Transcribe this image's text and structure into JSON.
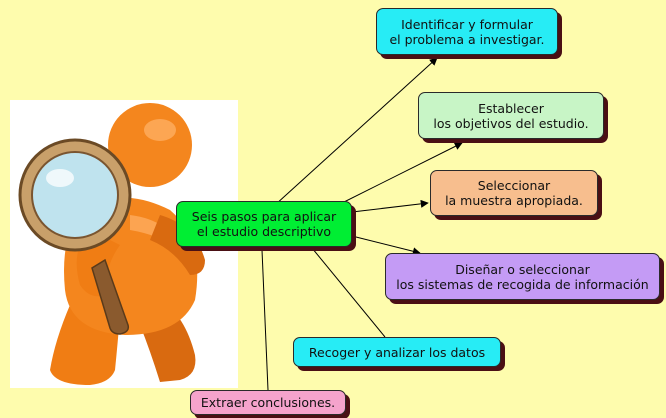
{
  "diagram": {
    "center": {
      "line1": "Seis pasos para aplicar",
      "line2": "el estudio descriptivo",
      "color": "#00ee33"
    },
    "steps": [
      {
        "line1": "Identificar y formular",
        "line2": "el problema a investigar.",
        "color": "#27ecf5"
      },
      {
        "line1": "Establecer",
        "line2": "los objetivos del estudio.",
        "color": "#c8f5c6"
      },
      {
        "line1": "Seleccionar",
        "line2": "la muestra apropiada.",
        "color": "#f7be8e"
      },
      {
        "line1": "Diseñar o seleccionar",
        "line2": "los sistemas de recogida de información",
        "color": "#c49bf5"
      },
      {
        "line1": "Recoger y analizar los datos",
        "color": "#27ecf5"
      },
      {
        "line1": "Extraer conclusiones.",
        "color": "#f5a3cc"
      }
    ],
    "colors": {
      "background": "#fefcad",
      "shadow": "#4a0f14",
      "figure": "#f07d14"
    },
    "illustration": "orange-figure-with-magnifying-glass"
  }
}
